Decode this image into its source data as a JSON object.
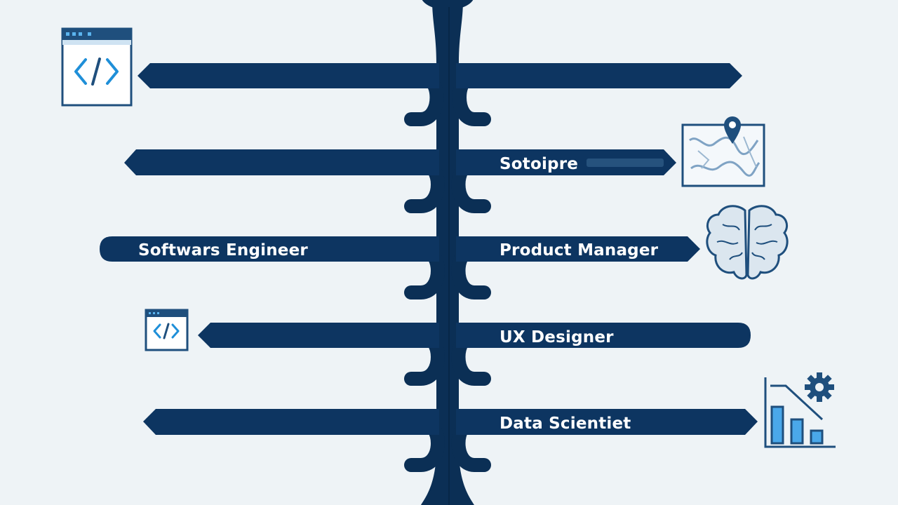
{
  "colors": {
    "background": "#eef3f6",
    "trunk": "#0b2f55",
    "branch": "#0d3561",
    "icon_stroke": "#1f4f7d",
    "icon_accent": "#1f8fd8",
    "label_text": "#ffffff"
  },
  "diagram": {
    "branches": [
      {
        "side": "left",
        "label": "",
        "icon": "code-window-icon"
      },
      {
        "side": "right",
        "label": "",
        "icon": ""
      },
      {
        "side": "left",
        "label": "",
        "icon": ""
      },
      {
        "side": "right",
        "label": "Sotoipre",
        "icon": "map-pin-icon"
      },
      {
        "side": "left",
        "label": "Softwars Engineer",
        "icon": ""
      },
      {
        "side": "right",
        "label": "Product Manager",
        "icon": "brain-icon"
      },
      {
        "side": "left",
        "label": "",
        "icon": "code-window-small-icon"
      },
      {
        "side": "right",
        "label": "UX Designer",
        "icon": ""
      },
      {
        "side": "left",
        "label": "",
        "icon": ""
      },
      {
        "side": "right",
        "label": "Data Scientiet",
        "icon": "bar-chart-gear-icon"
      }
    ]
  }
}
